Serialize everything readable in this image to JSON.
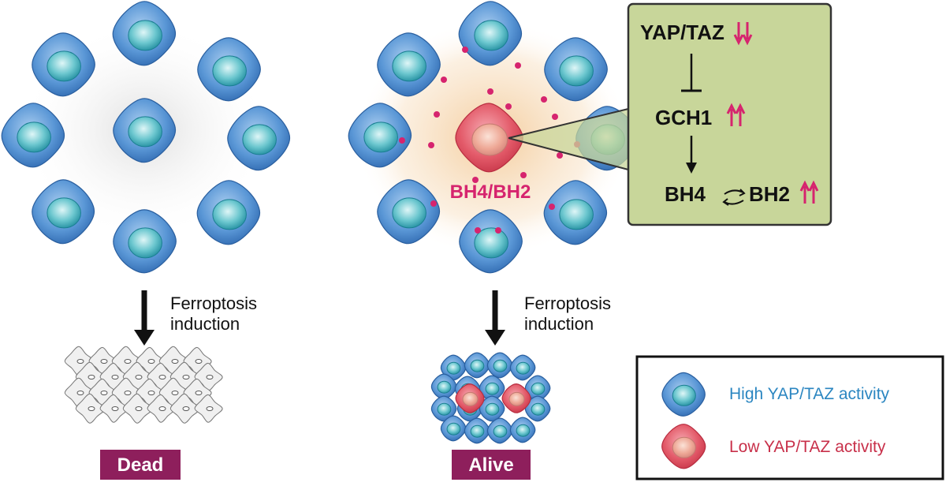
{
  "left_panel": {
    "arrow_label_line1": "Ferroptosis",
    "arrow_label_line2": "induction",
    "outcome": "Dead"
  },
  "right_panel": {
    "arrow_label_line1": "Ferroptosis",
    "arrow_label_line2": "induction",
    "outcome": "Alive",
    "metabolite_label": "BH4/BH2"
  },
  "pathway": {
    "yaptaz": "YAP/TAZ",
    "gch1": "GCH1",
    "bh4": "BH4",
    "bh2": "BH2"
  },
  "legend": {
    "high": "High YAP/TAZ activity",
    "low": "Low YAP/TAZ activity"
  },
  "colors": {
    "accent_pink": "#d6246e",
    "outcome_label_bg": "#8e1f5c",
    "pathway_box_bg": "#c8d69a",
    "high_text": "#2b86c1",
    "low_text": "#c8304a",
    "blue_cell": "#4f8fd0",
    "red_cell": "#e45a6a"
  }
}
